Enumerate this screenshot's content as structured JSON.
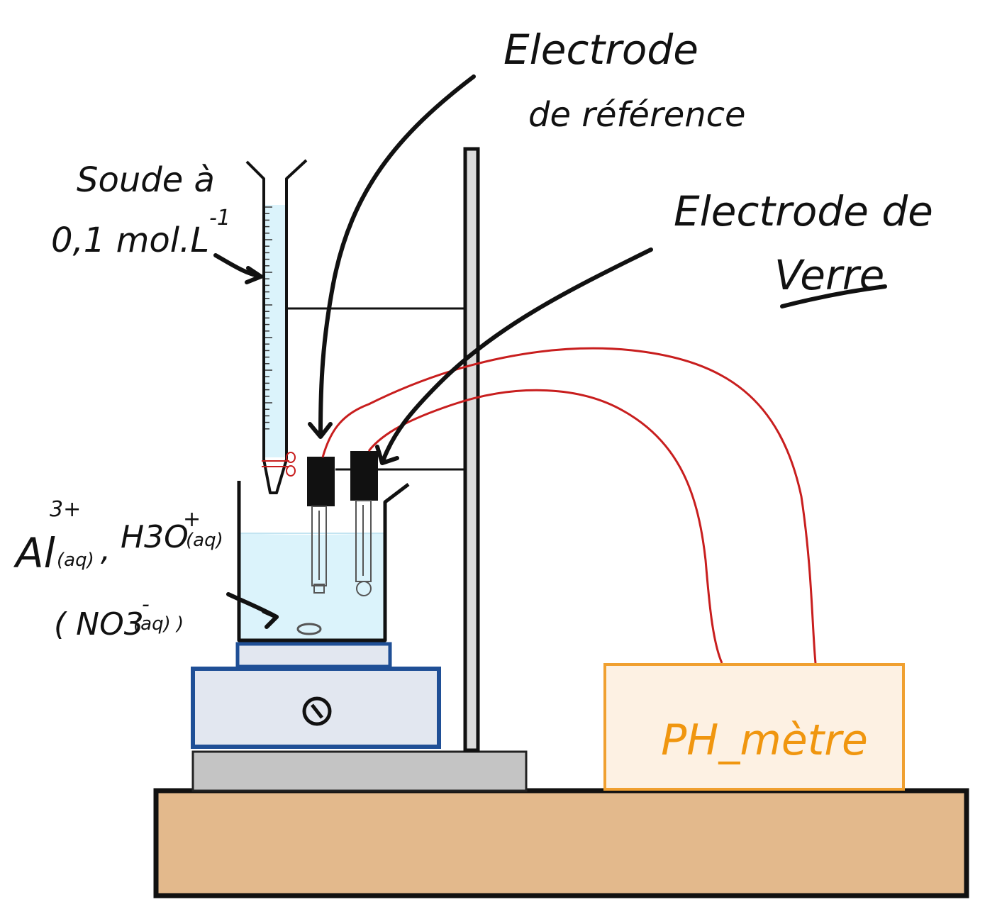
{
  "labels": {
    "burette_line1": "Soude à",
    "burette_line2": "0,1 mol.L",
    "burette_exp": "-1",
    "ref_electrode_line1": "Electrode",
    "ref_electrode_line2": "de référence",
    "glass_electrode_line1": "Electrode de",
    "glass_electrode_line2": "Verre",
    "solution_al": "Al",
    "solution_al_charge": "3+",
    "solution_al_state": "(aq)",
    "solution_h3o": "H3O",
    "solution_h3o_charge": "+",
    "solution_h3o_state": "(aq)",
    "solution_separator": ",",
    "solution_nitrate": "( NO3",
    "solution_nitrate_charge": "-",
    "solution_nitrate_state": "(aq) )",
    "ph_meter": "PH_mètre"
  },
  "colors": {
    "outline": "#111111",
    "liquid": "#dbf3fb",
    "wire": "#c81e1e",
    "stirrer_frame": "#1f4f96",
    "stirrer_body": "#e2e7f0",
    "base_plate": "#c4c4c4",
    "bench": "#e3b98c",
    "ph_border": "#f0a030",
    "ph_fill": "#fdf1e3",
    "ph_text": "#f0960f"
  },
  "icons": {
    "knob": "dial-knob-icon",
    "stir_bar": "stir-bar-icon"
  }
}
